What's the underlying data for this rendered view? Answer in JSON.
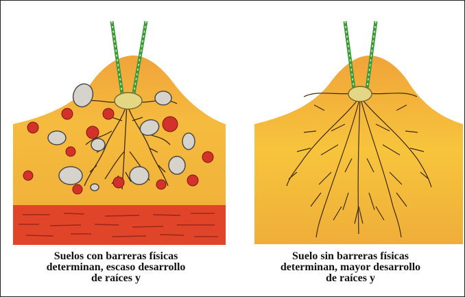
{
  "captions": {
    "left": {
      "line1": "Suelos con barreras físicas",
      "line2": "determinan, escaso desarrollo",
      "line3": "de raíces y"
    },
    "right": {
      "line1": "Suelo sin barreras físicas",
      "line2": "determinan, mayor desarrollo",
      "line3": "de raíces y"
    }
  },
  "colors": {
    "soil_light": "#f7c43c",
    "soil_dark": "#e79a2a",
    "hardpan": "#e0452a",
    "stone_fill": "#d6d2cc",
    "clod_fill": "#d2322a",
    "root": "#3b2a10",
    "stem_green": "#3a9a3a",
    "seed": "#e3d684"
  }
}
